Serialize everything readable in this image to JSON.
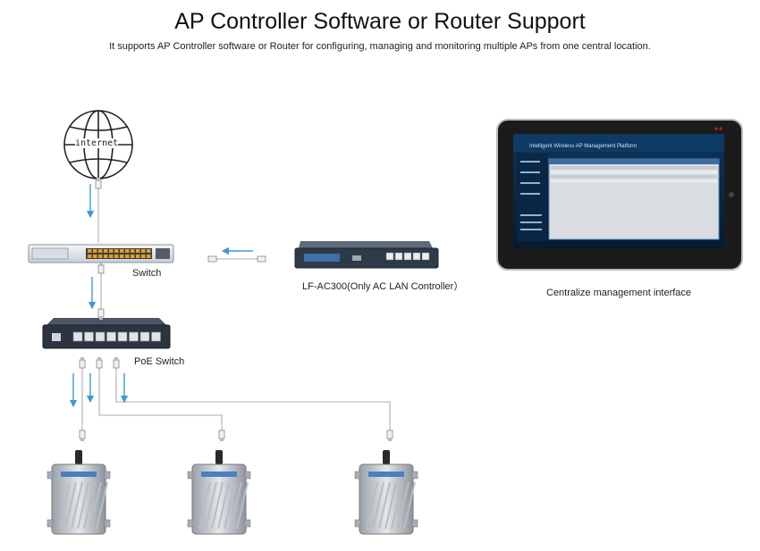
{
  "header": {
    "title": "AP Controller Software or Router Support",
    "subtitle": "It supports AP Controller software or Router for configuring, managing and monitoring multiple APs from one central location."
  },
  "internet": {
    "label": "internet"
  },
  "switch": {
    "label": "Switch"
  },
  "controller": {
    "label": "LF-AC300(Only AC LAN Controller）"
  },
  "poe_switch": {
    "label": "PoE Switch"
  },
  "tablet": {
    "caption": "Centralize management interface",
    "screen_title": "Intelligent Wireless AP Management Platform"
  },
  "access_points": {
    "count": 3
  },
  "colors": {
    "arrow": "#3a9ad9",
    "cable": "#c8c8c8",
    "switch_body": "#e6e9ee",
    "poe_body": "#2c3440",
    "tablet_frame": "#1b1b1b",
    "screen_bg": "#0b2a4a",
    "port_amber": "#e0a020"
  }
}
